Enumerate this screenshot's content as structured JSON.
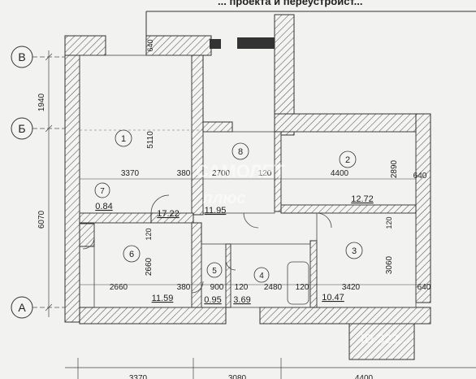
{
  "header": {
    "text": "... проекта и переустройст..."
  },
  "axes": {
    "top": "В",
    "middle": "Б",
    "bottom": "А"
  },
  "dimensions": {
    "left_upper": "1940",
    "left_lower": "6070",
    "top_wall": "640",
    "room1_height": "5110",
    "room1_width": "3370",
    "room1_wall": "380",
    "room8_width": "2700",
    "room8_wall": "120",
    "room2_width": "4400",
    "room2_height": "2890",
    "room2_wall": "640",
    "room6_wall_upper": "120",
    "room6_height": "2660",
    "room6_width": "2660",
    "room6_wall_right": "380",
    "room5_width": "900",
    "room4_wall": "120",
    "room4_width": "2480",
    "room3_wall_left": "120",
    "room3_width": "3420",
    "room3_height": "3060",
    "room3_wall_top": "120",
    "room3_wall_right": "640",
    "bottom_left": "3370",
    "bottom_middle": "3080",
    "bottom_right": "4400"
  },
  "rooms": [
    {
      "number": "1",
      "area": "17.22"
    },
    {
      "number": "2",
      "area": "12.72"
    },
    {
      "number": "3",
      "area": "10.47"
    },
    {
      "number": "4",
      "area": "3.69"
    },
    {
      "number": "5",
      "area": "0.95"
    },
    {
      "number": "6",
      "area": "11.59"
    },
    {
      "number": "7",
      "area": "0.84"
    },
    {
      "number": "8",
      "area": "11.95"
    }
  ],
  "watermark": {
    "top": "САМОЛЕТ",
    "bottom": "плюс",
    "corner": "ID 322..."
  }
}
